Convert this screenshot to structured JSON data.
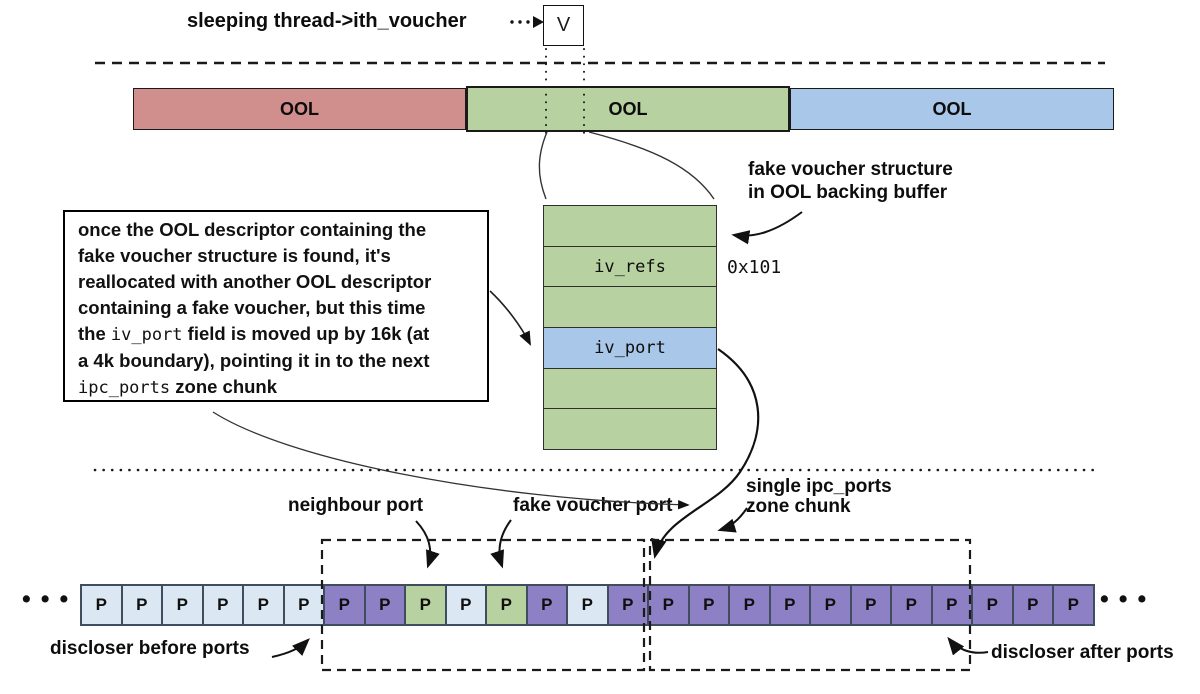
{
  "header": {
    "label": "sleeping thread->ith_voucher",
    "voucher_label": "V"
  },
  "ool": {
    "bars": [
      {
        "label": "OOL",
        "color": "pink"
      },
      {
        "label": "OOL",
        "color": "green"
      },
      {
        "label": "OOL",
        "color": "blue"
      }
    ]
  },
  "fake_note": {
    "line1": "fake voucher structure",
    "line2": "in OOL backing buffer"
  },
  "structure": {
    "rows": [
      {
        "label": "",
        "color": "green"
      },
      {
        "label": "iv_refs",
        "color": "green",
        "value": "0x101"
      },
      {
        "label": "",
        "color": "green"
      },
      {
        "label": "iv_port",
        "color": "blue"
      },
      {
        "label": "",
        "color": "green"
      },
      {
        "label": "",
        "color": "green"
      }
    ]
  },
  "explain_box": {
    "lines": [
      [
        {
          "t": "once the OOL descriptor containing the"
        }
      ],
      [
        {
          "t": "fake voucher structure is found, it's"
        }
      ],
      [
        {
          "t": "reallocated with another OOL descriptor"
        }
      ],
      [
        {
          "t": "containing a fake voucher, but this time"
        }
      ],
      [
        {
          "t": "the "
        },
        {
          "t": "iv_port",
          "mono": true
        },
        {
          "t": " field is moved up by 16k (at"
        }
      ],
      [
        {
          "t": "a 4k boundary), pointing it in to the next"
        }
      ],
      [
        {
          "t": "ipc_ports",
          "mono": true
        },
        {
          "t": " zone chunk"
        }
      ]
    ]
  },
  "port_labels": {
    "neighbour": "neighbour port",
    "fake_voucher": "fake voucher port",
    "zone_chunk_line1": "single ipc_ports",
    "zone_chunk_line2": "zone chunk",
    "discloser_before": "discloser before ports",
    "discloser_after": "discloser after ports"
  },
  "port_row": {
    "left_ellipsis": "•••",
    "right_ellipsis": "•••",
    "box_label": "P",
    "boxes": [
      "lightblue",
      "lightblue",
      "lightblue",
      "lightblue",
      "lightblue",
      "lightblue",
      "purple",
      "purple",
      "green",
      "lightblue",
      "green",
      "purple",
      "lightblue",
      "purple",
      "purple",
      "purple",
      "purple",
      "purple",
      "purple",
      "purple",
      "purple",
      "purple",
      "purple",
      "purple",
      "purple"
    ]
  },
  "colors": {
    "pink": "#d08e8d",
    "green": "#b7d1a1",
    "blue": "#a9c7e8",
    "purple": "#8d80c4",
    "lightblue": "#dbe8f4"
  }
}
